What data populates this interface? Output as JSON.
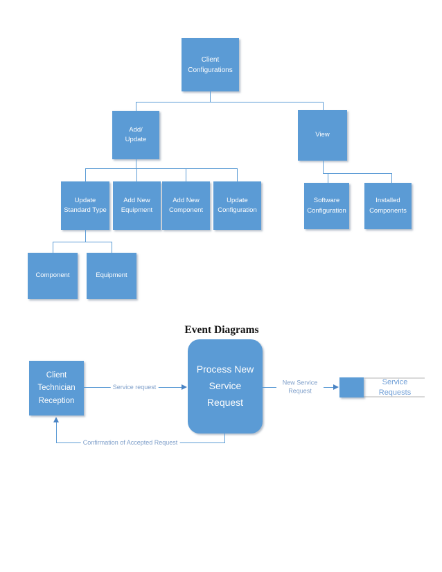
{
  "colors": {
    "box_fill": "#5b9bd5",
    "connector": "#5b9bd5",
    "flow_label_text": "#7d9ec9",
    "store_text": "#6f9ed6",
    "store_line": "#d9d9d9"
  },
  "hierarchy": {
    "root": "Client Configurations",
    "level2": [
      {
        "label": "Add/\nUpdate"
      },
      {
        "label": "View"
      }
    ],
    "level3": [
      {
        "label": "Update Standard Type"
      },
      {
        "label": "Add New Equipment"
      },
      {
        "label": "Add New Component"
      },
      {
        "label": "Update Configuration"
      },
      {
        "label": "Software Configuration"
      },
      {
        "label": "Installed Components"
      }
    ],
    "level4": [
      {
        "label": "Component"
      },
      {
        "label": "Equipment"
      }
    ]
  },
  "event_diagram": {
    "title": "Event Diagrams",
    "external_entity": "Client Technician Reception",
    "process": "Process New Service Request",
    "flows": {
      "service_request": "Service request",
      "new_service_request": "New Service Request",
      "confirmation": "Confirmation of Accepted Request"
    },
    "data_store": "Service Requests"
  }
}
